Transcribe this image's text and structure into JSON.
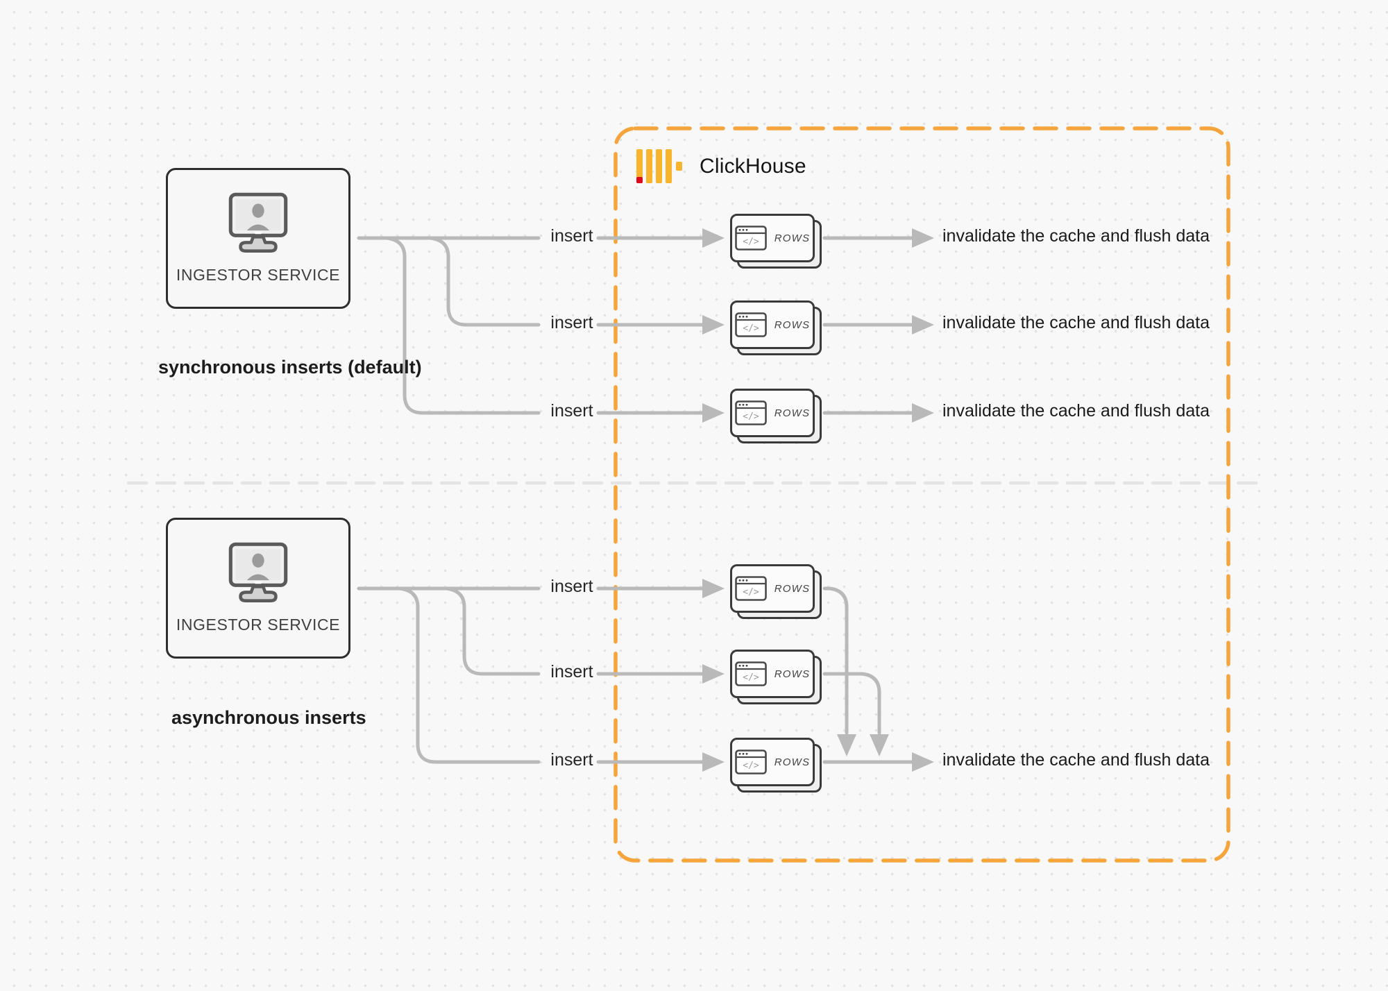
{
  "diagram": {
    "clickhouse": {
      "title": "ClickHouse"
    },
    "sync": {
      "caption": "synchronous inserts (default)",
      "ingestor_label": "INGESTOR SERVICE",
      "rows": [
        {
          "insert_label": "insert",
          "card_label": "ROWS",
          "result_label": "invalidate the cache and flush data"
        },
        {
          "insert_label": "insert",
          "card_label": "ROWS",
          "result_label": "invalidate the cache and flush data"
        },
        {
          "insert_label": "insert",
          "card_label": "ROWS",
          "result_label": "invalidate the cache and flush data"
        }
      ]
    },
    "async": {
      "caption": "asynchronous inserts",
      "ingestor_label": "INGESTOR SERVICE",
      "rows": [
        {
          "insert_label": "insert",
          "card_label": "ROWS"
        },
        {
          "insert_label": "insert",
          "card_label": "ROWS"
        },
        {
          "insert_label": "insert",
          "card_label": "ROWS"
        }
      ],
      "result_label": "invalidate the cache and flush data"
    },
    "colors": {
      "accent_orange": "#F6A43C",
      "logo_yellow": "#F9B42E",
      "logo_red": "#E0081F",
      "connector_gray": "#B9B9B9",
      "box_border_dark": "#2E2E2E"
    },
    "icons": {
      "logo": "clickhouse-logo",
      "ingestor": "monitor-user-icon",
      "card": "code-window-icon"
    }
  }
}
